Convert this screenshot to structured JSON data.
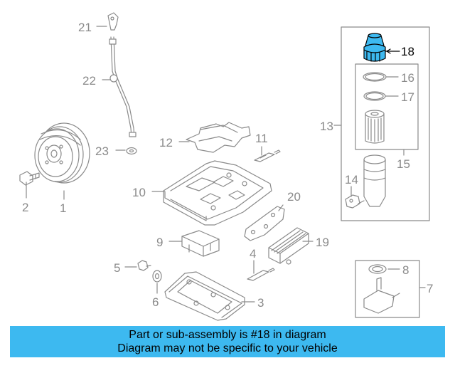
{
  "diagram": {
    "highlight_part": "18",
    "highlight_color": "#3db9f0",
    "line_color": "#8a8a8a",
    "callouts": [
      "21",
      "22",
      "23",
      "1",
      "2",
      "12",
      "11",
      "10",
      "20",
      "9",
      "19",
      "5",
      "6",
      "4",
      "3",
      "13",
      "18",
      "16",
      "17",
      "15",
      "14",
      "8",
      "7"
    ]
  },
  "banner": {
    "line1": "Part or sub-assembly is #18 in diagram",
    "line2": "Diagram may not be specific to your vehicle"
  }
}
